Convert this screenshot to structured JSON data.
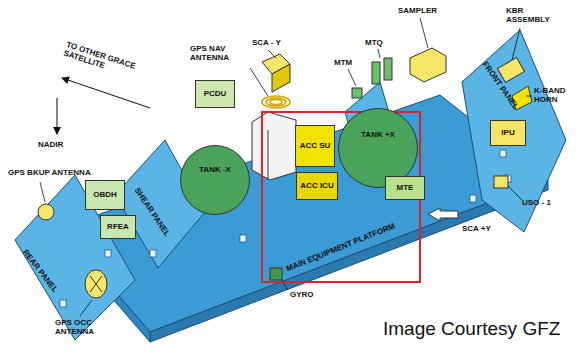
{
  "diagram": {
    "caption": "Image Courtesy GFZ",
    "nodes": [
      {
        "text": [
          "PCDU"
        ]
      },
      {
        "text": [
          "IPU"
        ]
      },
      {
        "text": [
          "TANK +X"
        ]
      },
      {
        "text": [
          "ACC SU"
        ]
      },
      {
        "text": [
          "TANK -X"
        ]
      },
      {
        "text": [
          "ACC ICU"
        ]
      },
      {
        "text": [
          "OBDH"
        ]
      },
      {
        "text": [
          "MTE"
        ]
      },
      {
        "text": [
          "RFEA"
        ]
      }
    ],
    "labels": [
      "KBR ASSEMBLY",
      "SAMPLER",
      "TO OTHER GRACE SATELLITE",
      "MTQ",
      "SCA - Y",
      "GPS NAV ANTENNA",
      "MTM",
      "FRONT PANEL",
      "K-BAND HORN",
      "NADIR",
      "GPS BKUP ANTENNA",
      "SHEAR PANEL",
      "USO - 1",
      "SCA +Y",
      "MAIN EQUIPMENT PLATFORM",
      "REAR PANEL",
      "GYRO",
      "GPS OCC ANTENNA"
    ]
  }
}
